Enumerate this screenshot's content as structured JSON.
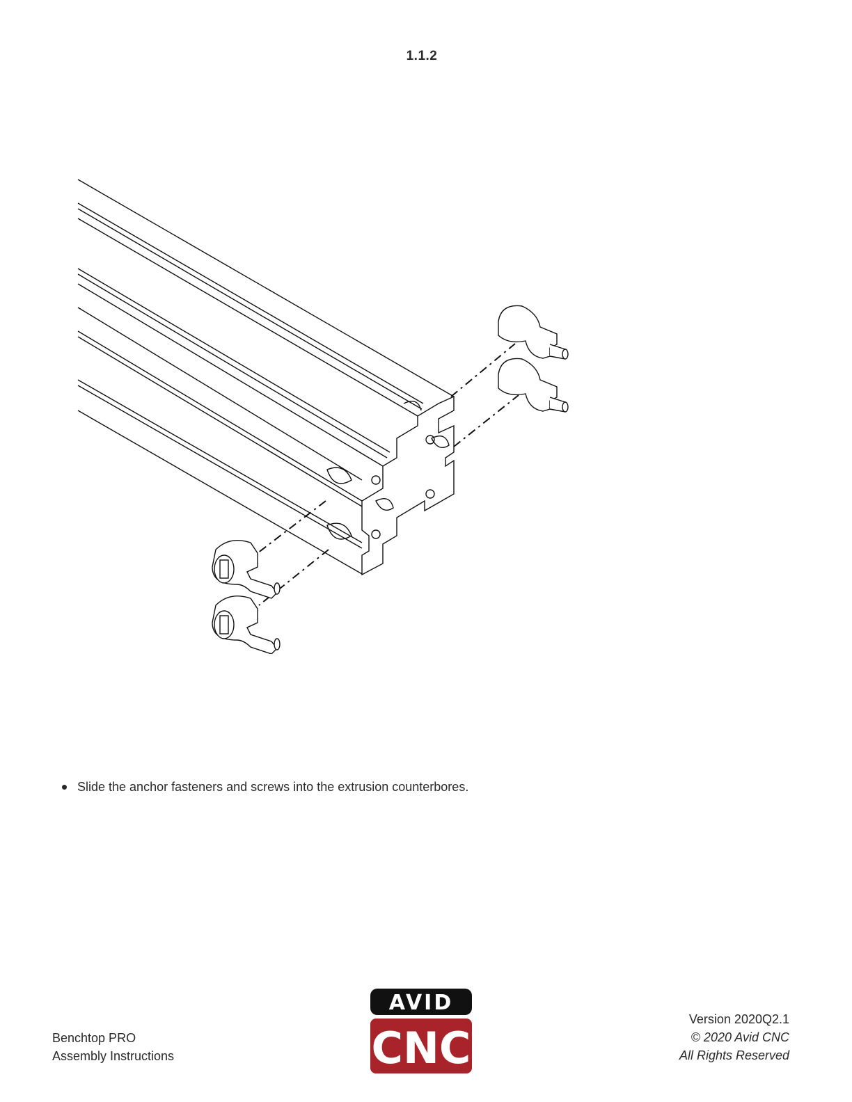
{
  "header": {
    "step_number": "1.1.2"
  },
  "figure": {
    "icon": "extrusion-anchor-fasteners-illustration"
  },
  "instructions": [
    "Slide the anchor fasteners and screws into the extrusion counterbores."
  ],
  "footer": {
    "product": "Benchtop PRO",
    "document": "Assembly Instructions",
    "version": "Version 2020Q2.1",
    "copyright": "© 2020 Avid CNC",
    "rights": "All Rights Reserved"
  },
  "logo": {
    "top_text": "AVID",
    "bottom_text": "CNC",
    "top_color": "#111111",
    "bottom_color": "#a8242a"
  }
}
